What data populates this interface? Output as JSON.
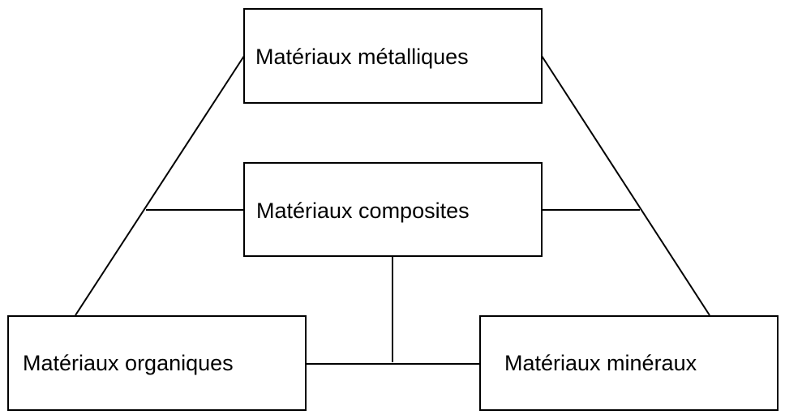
{
  "diagram": {
    "nodes": {
      "metalliques": {
        "label": "Matériaux métalliques"
      },
      "composites": {
        "label": "Matériaux composites"
      },
      "organiques": {
        "label": "Matériaux organiques"
      },
      "mineraux": {
        "label": "Matériaux minéraux"
      }
    },
    "edges": [
      {
        "from": "metalliques",
        "to": "organiques"
      },
      {
        "from": "metalliques",
        "to": "mineraux"
      },
      {
        "from": "composites",
        "to": "metalliques-organiques-link"
      },
      {
        "from": "composites",
        "to": "metalliques-mineraux-link"
      },
      {
        "from": "composites",
        "to": "organiques-mineraux-link"
      },
      {
        "from": "organiques",
        "to": "mineraux"
      }
    ],
    "colors": {
      "line": "#000000",
      "box_fill": "#ffffff",
      "text": "#000000"
    }
  }
}
